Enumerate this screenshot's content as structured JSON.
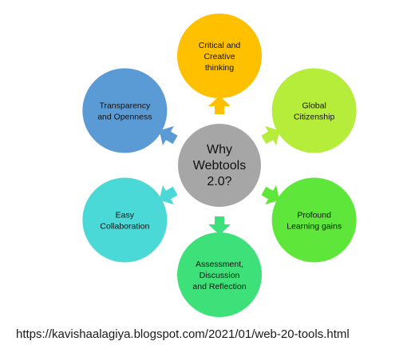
{
  "center": {
    "lines": [
      "Why",
      "Webtools",
      "2.0?"
    ],
    "color": "#a6a6a6"
  },
  "nodes": [
    {
      "id": "critical-creative",
      "lines": [
        "Critical and",
        "Creative",
        "thinking"
      ],
      "color": "#ffc000"
    },
    {
      "id": "global-citizenship",
      "lines": [
        "Global",
        "Citizenship"
      ],
      "color": "#b6ec3a"
    },
    {
      "id": "profound-learning",
      "lines": [
        "Profound",
        "Learning gains"
      ],
      "color": "#5fe63a"
    },
    {
      "id": "assessment-discussion",
      "lines": [
        "Assessment,",
        "Discussion",
        "and Reflection"
      ],
      "color": "#3ee07a"
    },
    {
      "id": "easy-collaboration",
      "lines": [
        "Easy",
        "Collaboration"
      ],
      "color": "#4ad9d6"
    },
    {
      "id": "transparency-openness",
      "lines": [
        "Transparency",
        "and Openness"
      ],
      "color": "#5b9bd5"
    }
  ],
  "source_url": "https://kavishaalagiya.blogspot.com/2021/01/web-20-tools.html"
}
